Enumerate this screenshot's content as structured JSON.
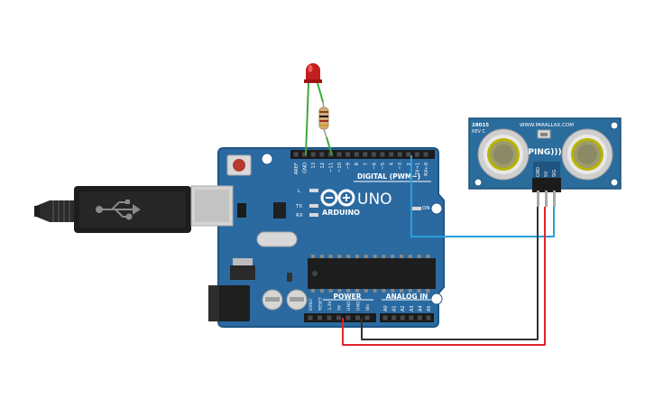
{
  "canvas": {
    "background": "#ffffff"
  },
  "colors": {
    "board_blue": "#2b6aa0",
    "board_edge": "#1f5586",
    "ping_blue": "#2a6c9c",
    "wire_signal": "#2b9fd9",
    "wire_power": "#e0262b",
    "wire_ground": "#333333",
    "led_leg": "#3ca83c",
    "led_red": "#c41e1e"
  },
  "components": {
    "arduino": {
      "brand": "ARDUINO",
      "model": "UNO",
      "digital_label": "DIGITAL (PWM~)",
      "power_label": "POWER",
      "analog_label": "ANALOG IN",
      "on_label": "ON",
      "l_label": "L",
      "tx_label": "TX",
      "rx_label": "RX",
      "top_header_pins": [
        "AREF",
        "GND",
        "13",
        "12",
        "~11",
        "~10",
        "~9",
        "8",
        "7",
        "~6",
        "~5",
        "4",
        "~3",
        "2",
        "TX→1",
        "RX←0"
      ],
      "power_pins": [
        "IOREF",
        "RESET",
        "3.3V",
        "5V",
        "GND",
        "GND",
        "Vin"
      ],
      "analog_pins": [
        "A0",
        "A1",
        "A2",
        "A3",
        "A4",
        "A5"
      ]
    },
    "ping_sensor": {
      "part_number": "28015",
      "revision": "REV C",
      "website": "WWW.PARALLAX.COM",
      "name": "PING)))",
      "pins": [
        "GND",
        "5V",
        "SIG"
      ]
    },
    "icons": {
      "usb": "usb-trident-icon",
      "infinity": "arduino-infinity-logo-icon"
    }
  }
}
